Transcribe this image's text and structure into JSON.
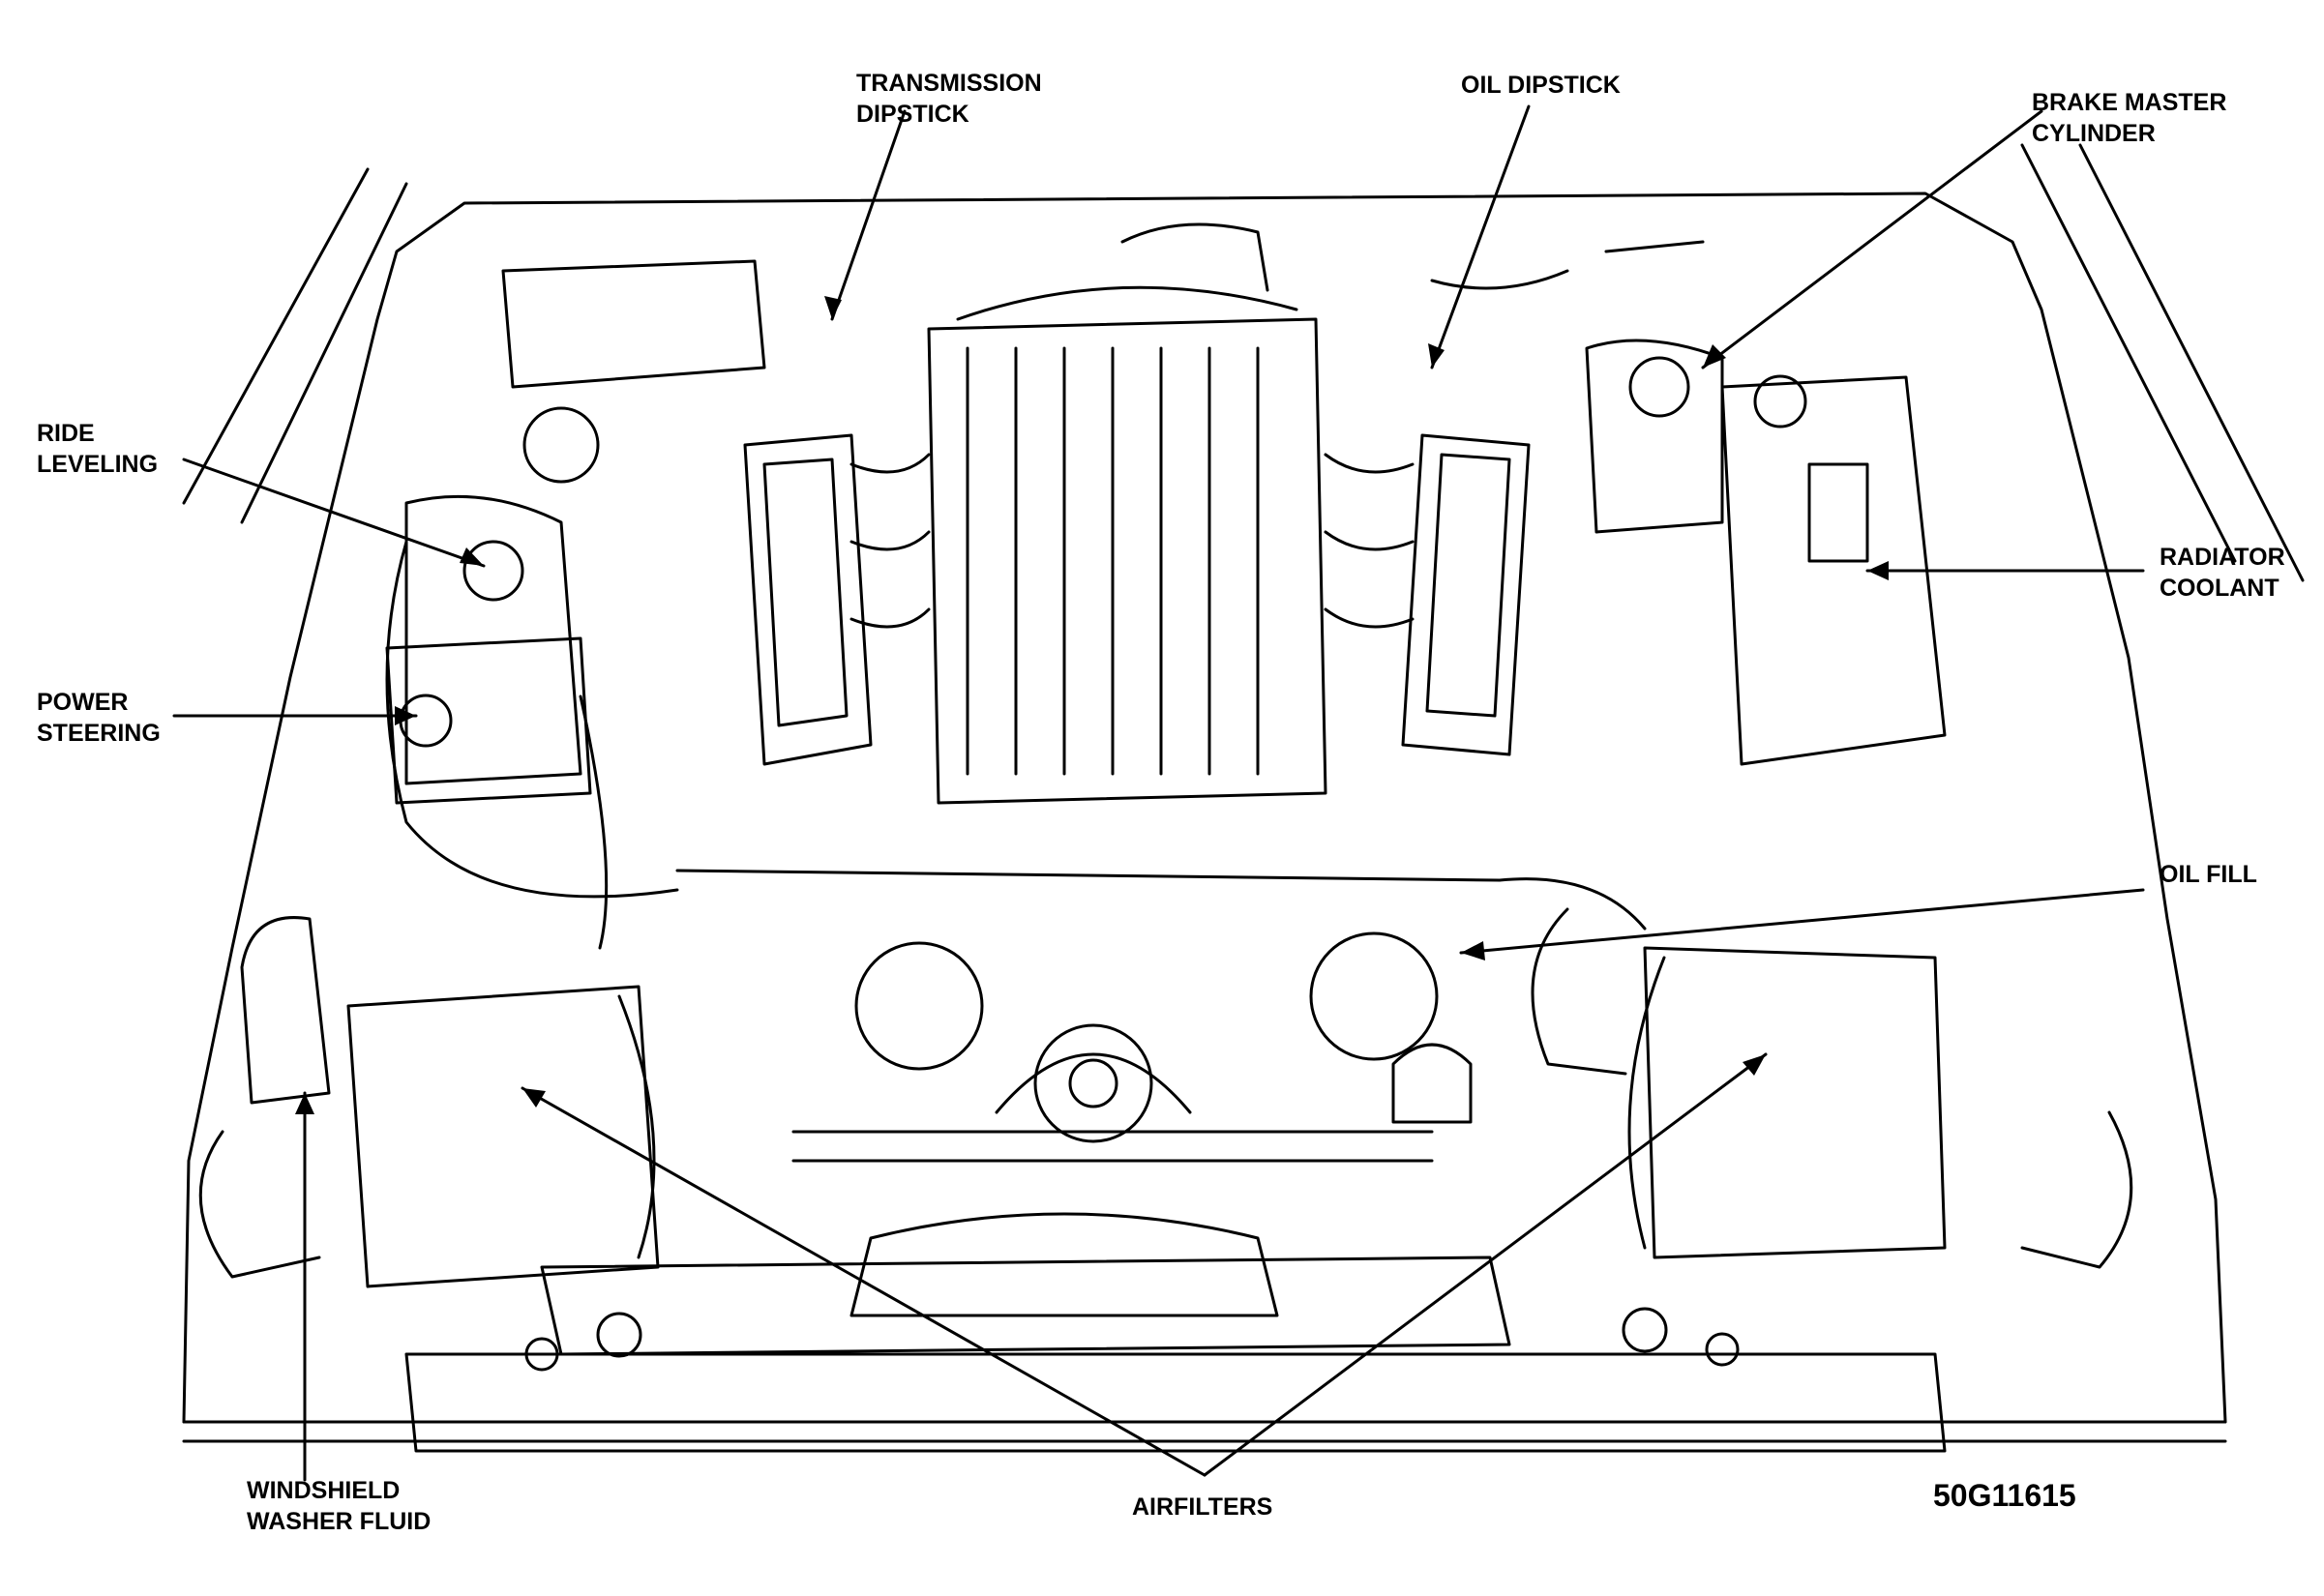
{
  "labels": {
    "transmission_dipstick": [
      "TRANSMISSION",
      "DIPSTICK"
    ],
    "oil_dipstick": [
      "OIL DIPSTICK"
    ],
    "brake_master_cylinder": [
      "BRAKE MASTER",
      "CYLINDER"
    ],
    "ride_leveling": [
      "RIDE",
      "LEVELING"
    ],
    "radiator_coolant": [
      "RADIATOR",
      "COOLANT"
    ],
    "power_steering": [
      "POWER",
      "STEERING"
    ],
    "oil_fill": [
      "OIL FILL"
    ],
    "windshield_washer_fluid": [
      "WINDSHIELD",
      "WASHER FLUID"
    ],
    "airfilters": [
      "AIRFILTERS"
    ]
  },
  "figure_code": "50G11615",
  "colors": {
    "ink": "#000000",
    "paper": "#ffffff"
  }
}
